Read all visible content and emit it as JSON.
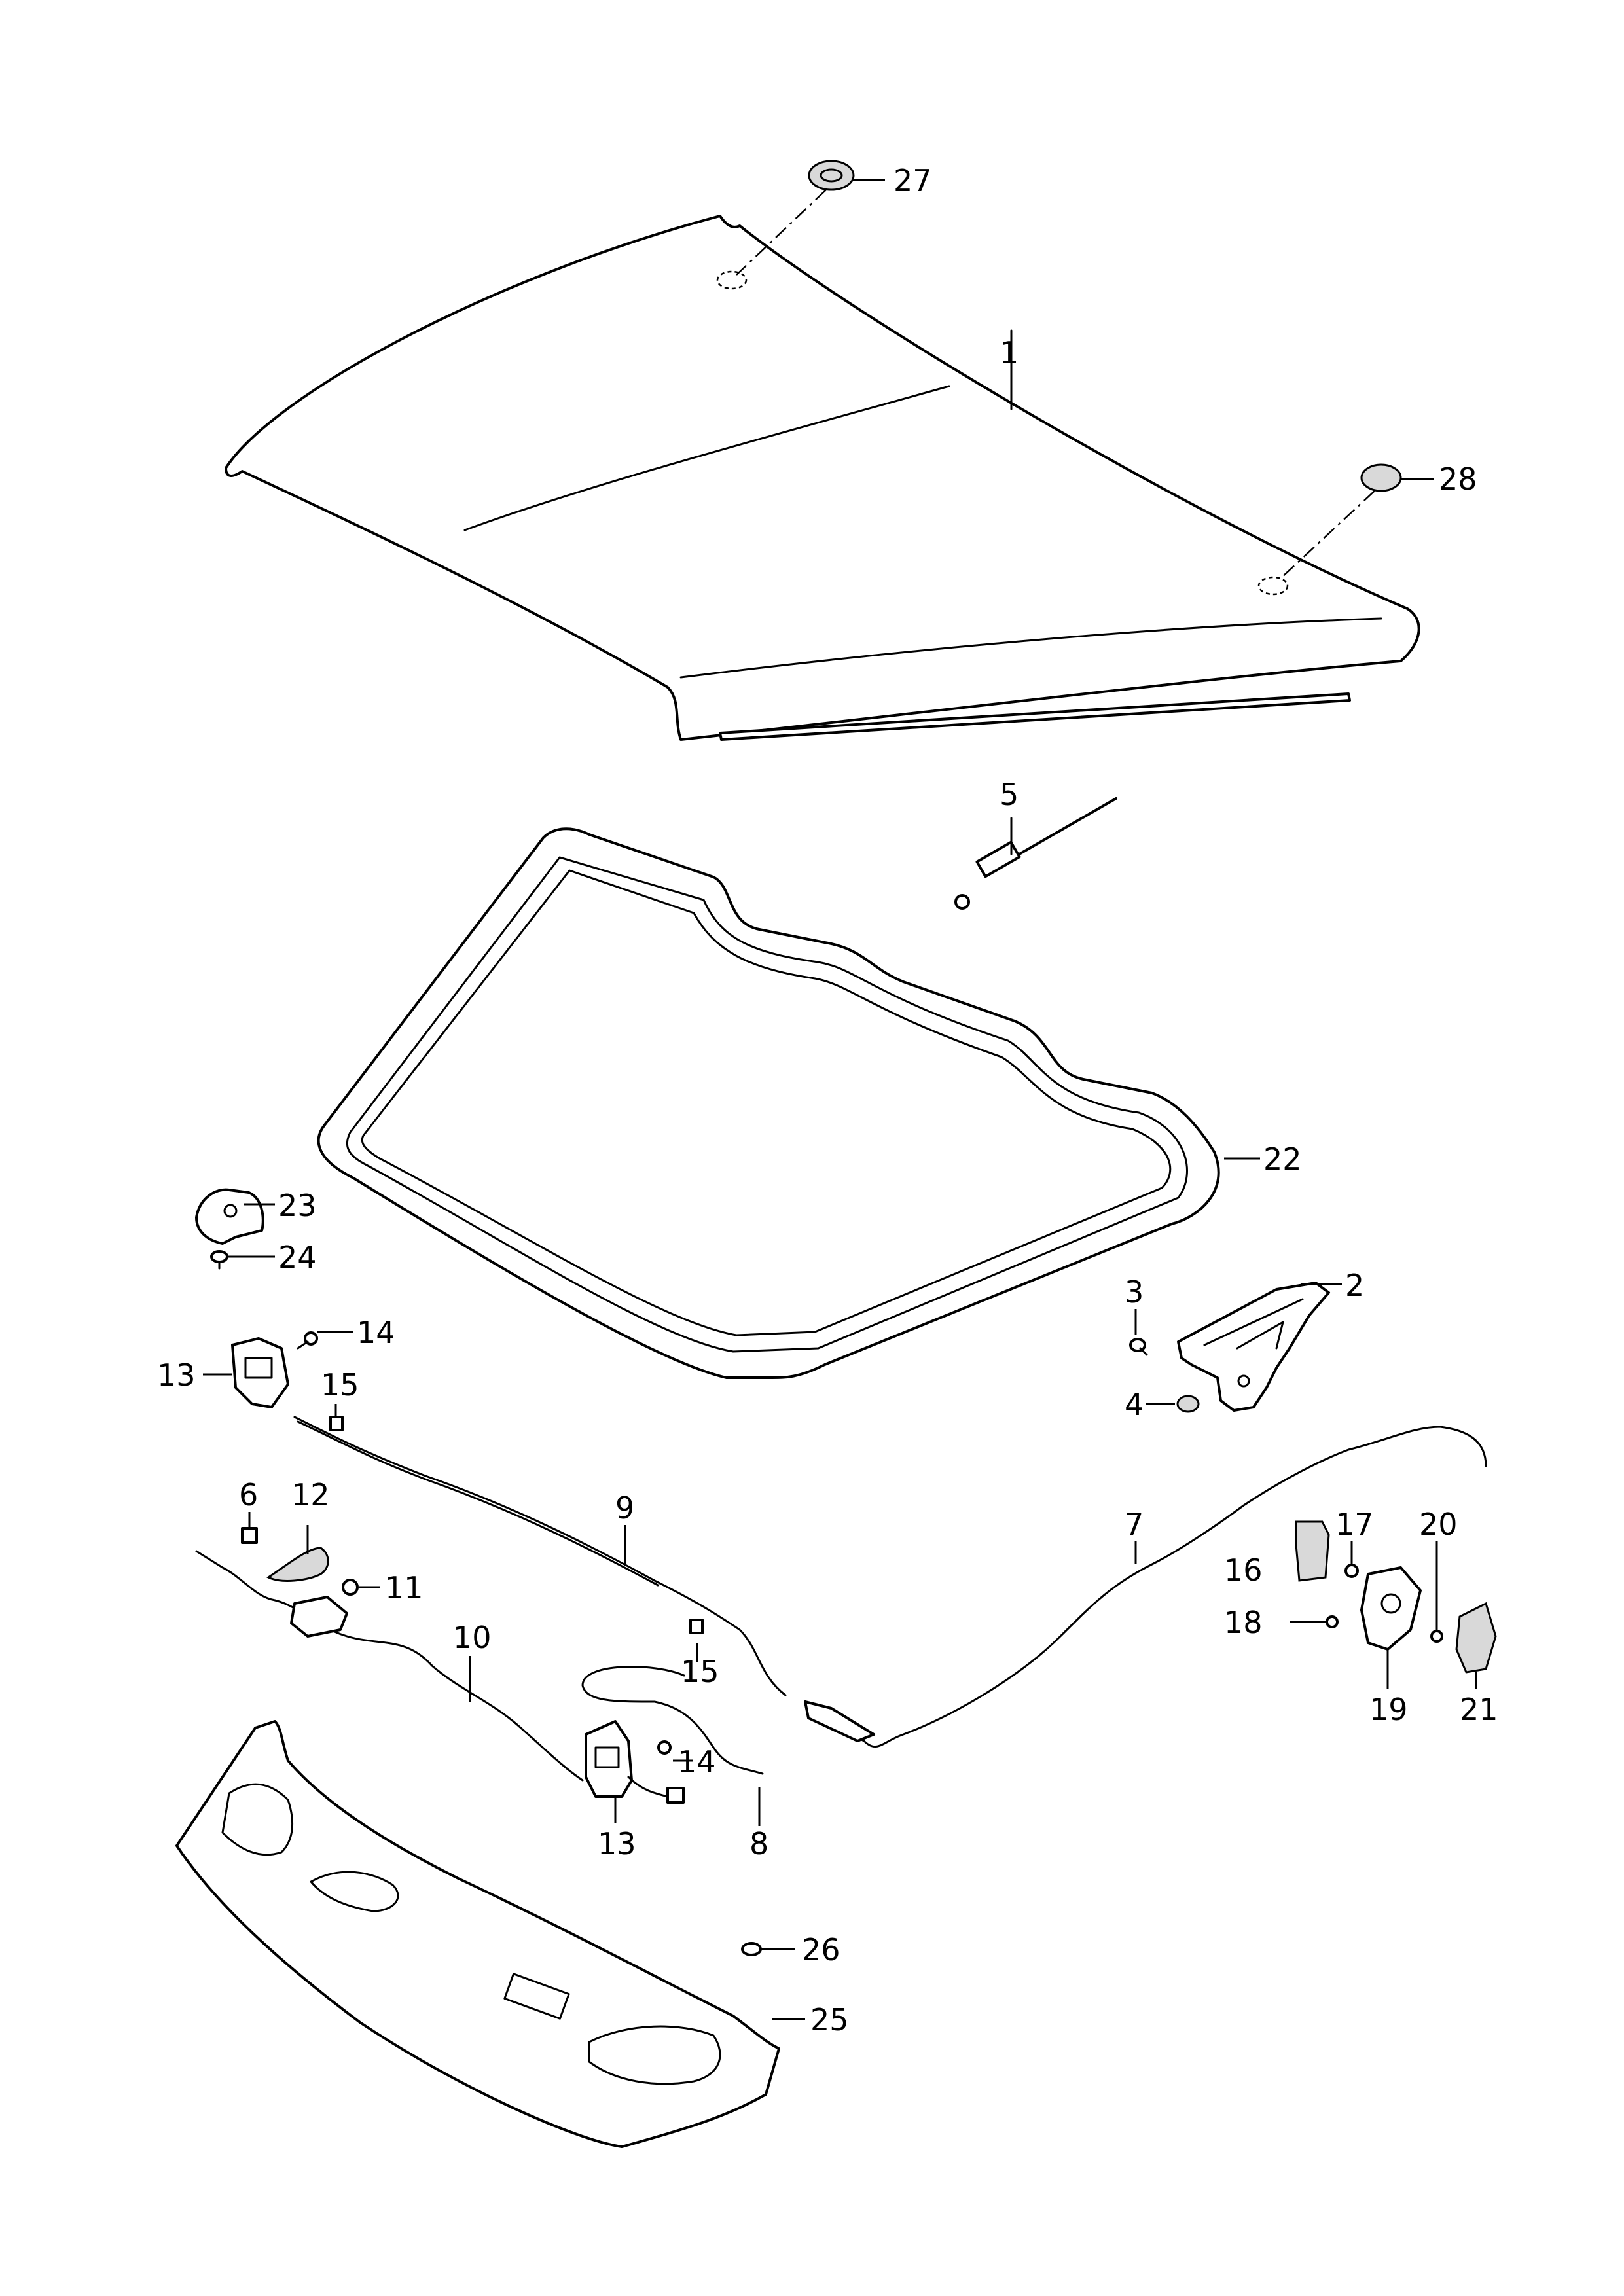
{
  "diagram": {
    "line_color": "#000000",
    "background": "#ffffff",
    "callouts": [
      {
        "id": "c1",
        "label": "1"
      },
      {
        "id": "c2",
        "label": "2"
      },
      {
        "id": "c3",
        "label": "3"
      },
      {
        "id": "c4",
        "label": "4"
      },
      {
        "id": "c5",
        "label": "5"
      },
      {
        "id": "c6",
        "label": "6"
      },
      {
        "id": "c7",
        "label": "7"
      },
      {
        "id": "c8",
        "label": "8"
      },
      {
        "id": "c9",
        "label": "9"
      },
      {
        "id": "c10",
        "label": "10"
      },
      {
        "id": "c11",
        "label": "11"
      },
      {
        "id": "c12",
        "label": "12"
      },
      {
        "id": "c13a",
        "label": "13"
      },
      {
        "id": "c13b",
        "label": "13"
      },
      {
        "id": "c14a",
        "label": "14"
      },
      {
        "id": "c14b",
        "label": "14"
      },
      {
        "id": "c15a",
        "label": "15"
      },
      {
        "id": "c15b",
        "label": "15"
      },
      {
        "id": "c16",
        "label": "16"
      },
      {
        "id": "c17",
        "label": "17"
      },
      {
        "id": "c18",
        "label": "18"
      },
      {
        "id": "c19",
        "label": "19"
      },
      {
        "id": "c20",
        "label": "20"
      },
      {
        "id": "c21",
        "label": "21"
      },
      {
        "id": "c22",
        "label": "22"
      },
      {
        "id": "c23",
        "label": "23"
      },
      {
        "id": "c24",
        "label": "24"
      },
      {
        "id": "c25",
        "label": "25"
      },
      {
        "id": "c26",
        "label": "26"
      },
      {
        "id": "c27",
        "label": "27"
      },
      {
        "id": "c28",
        "label": "28"
      }
    ]
  }
}
